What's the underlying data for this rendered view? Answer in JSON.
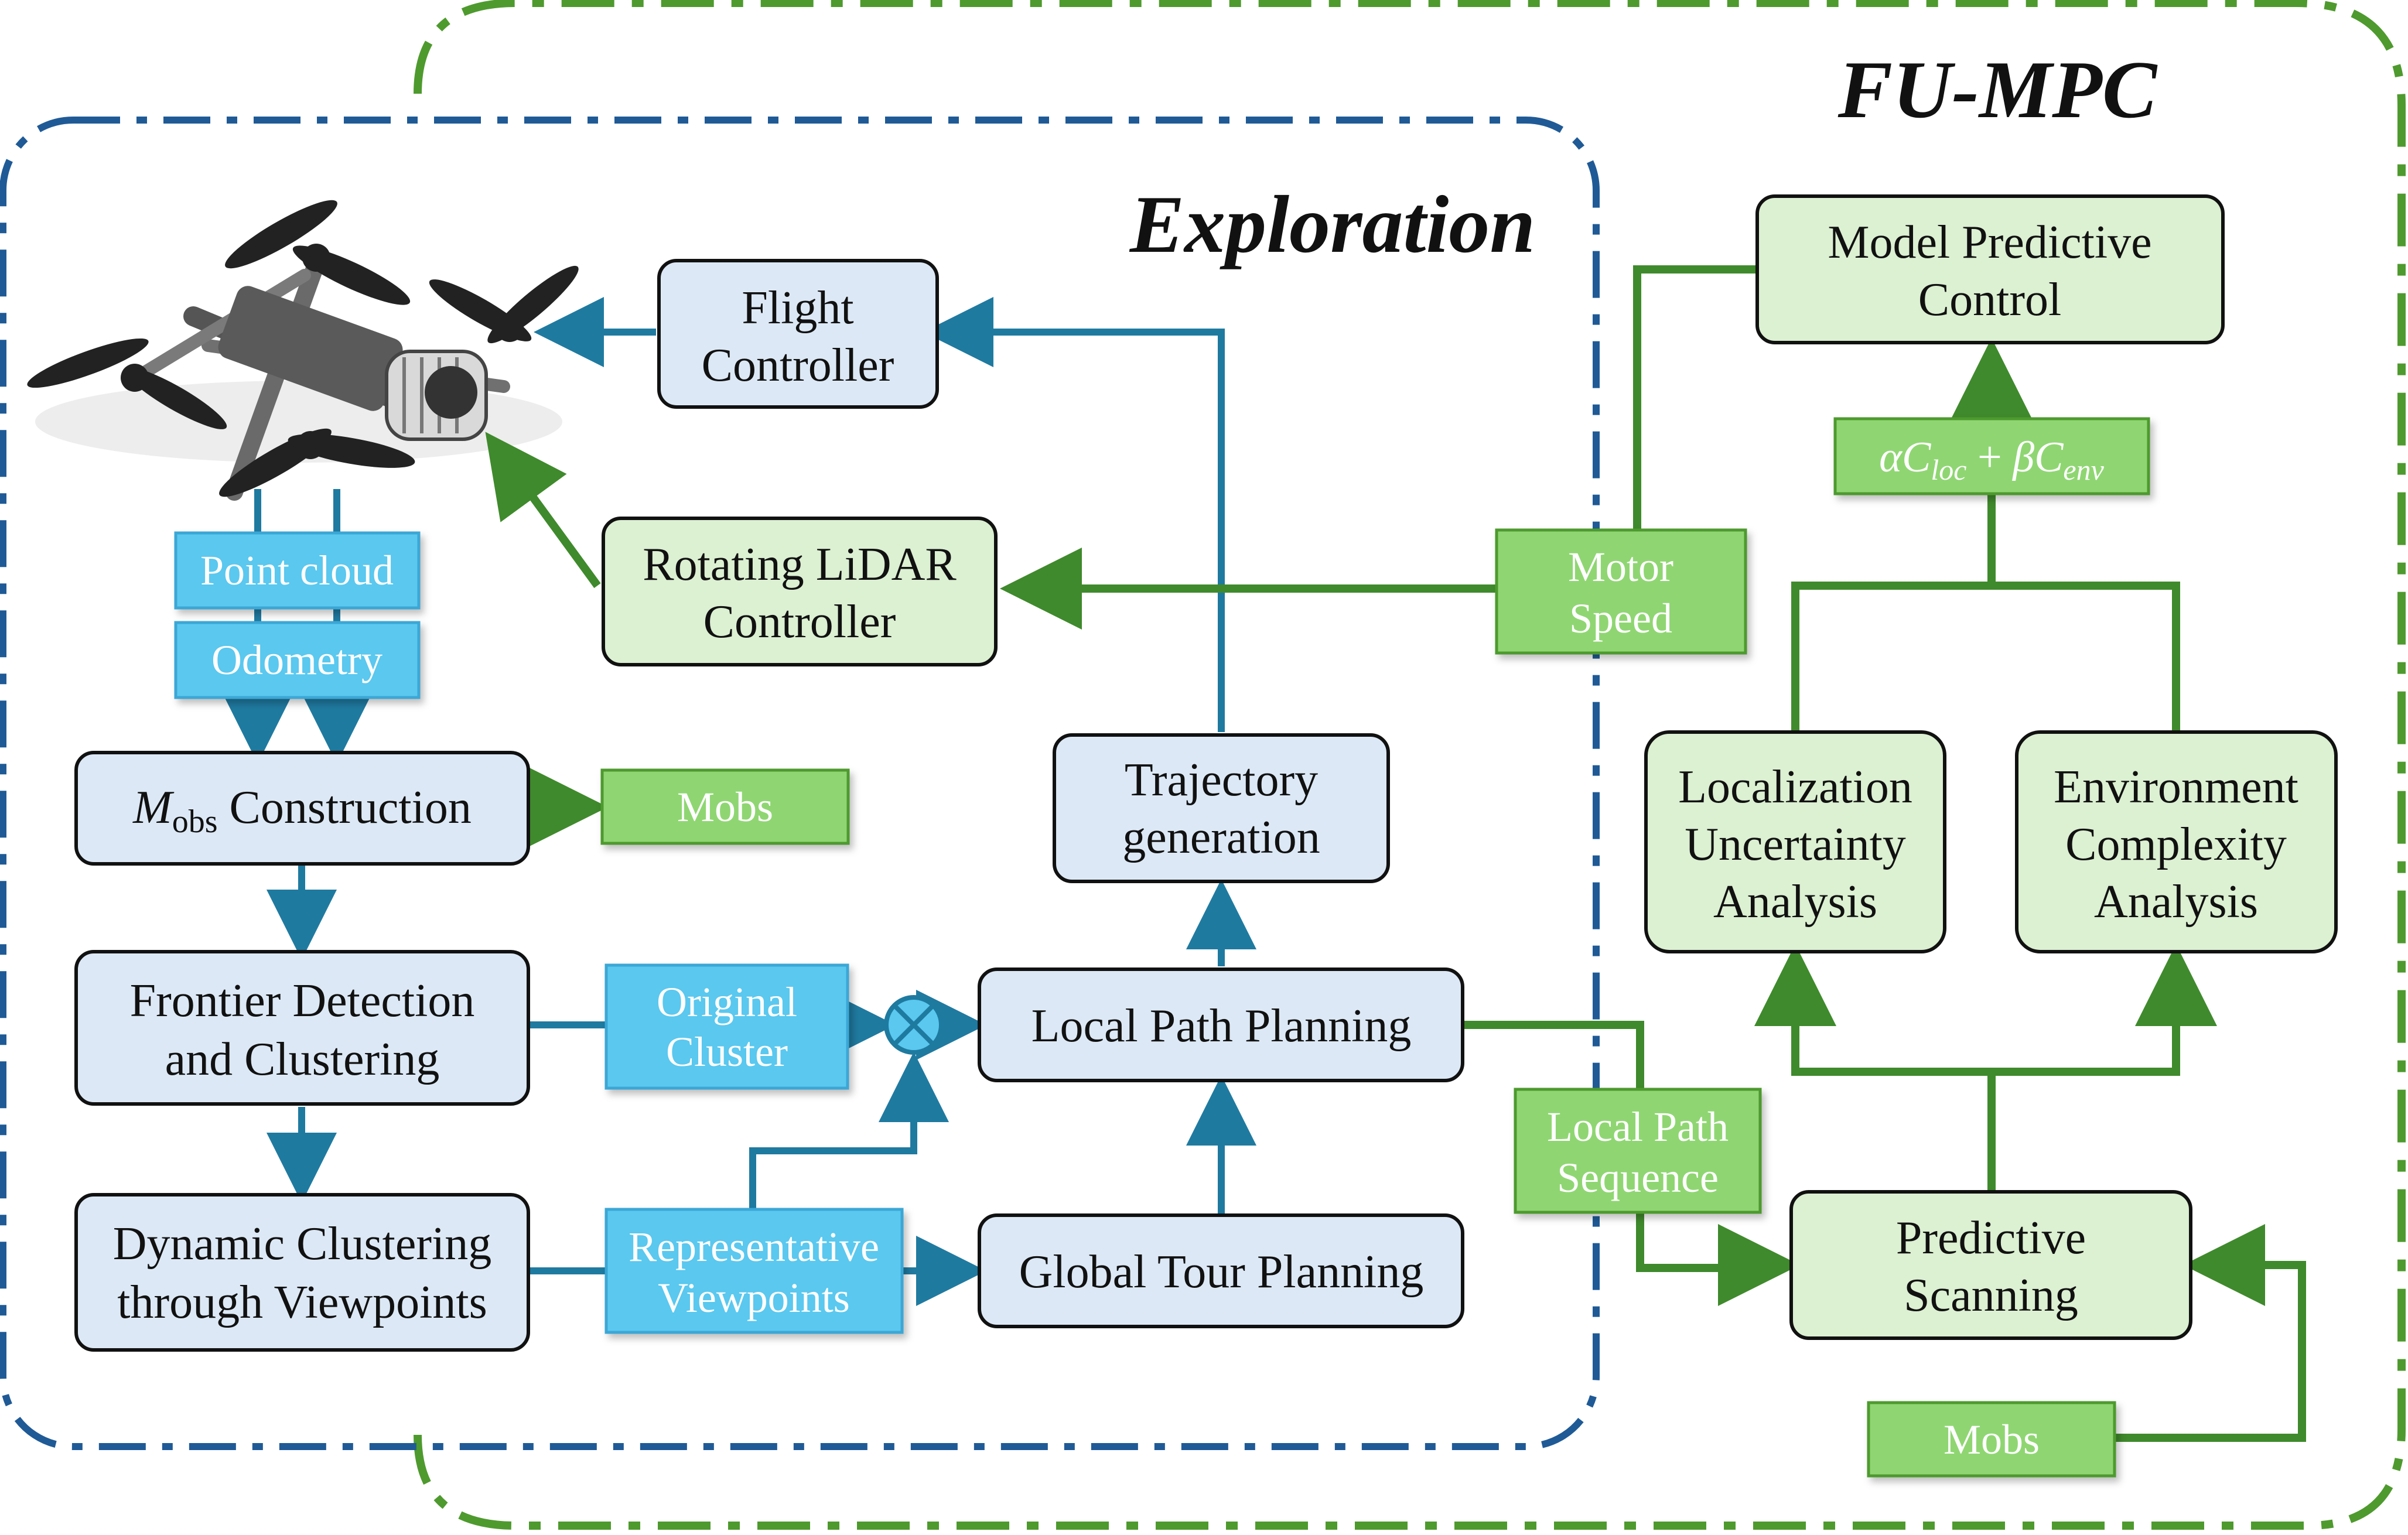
{
  "regions": {
    "exploration_title": "Exploration",
    "fumpc_title": "FU-MPC"
  },
  "nodes": {
    "flight_controller": [
      "Flight",
      "Controller"
    ],
    "rotating_lidar_controller": [
      "Rotating LiDAR",
      "Controller"
    ],
    "mobs_construction": {
      "symbol": "M",
      "subscript": "obs",
      "text": "Construction"
    },
    "frontier_detection": [
      "Frontier Detection",
      "and Clustering"
    ],
    "dynamic_clustering": [
      "Dynamic Clustering",
      "through Viewpoints"
    ],
    "trajectory_generation": [
      "Trajectory",
      "generation"
    ],
    "local_path_planning": [
      "Local Path Planning"
    ],
    "global_tour_planning": [
      "Global Tour Planning"
    ],
    "model_predictive_control": [
      "Model Predictive",
      "Control"
    ],
    "localization_uncertainty": [
      "Localization",
      "Uncertainty",
      "Analysis"
    ],
    "environment_complexity": [
      "Environment",
      "Complexity",
      "Analysis"
    ],
    "predictive_scanning": [
      "Predictive",
      "Scanning"
    ]
  },
  "tags": {
    "point_cloud": [
      "Point cloud"
    ],
    "odometry": [
      "Odometry"
    ],
    "mobs_output": [
      "Mobs"
    ],
    "original_cluster": [
      "Original",
      "Cluster"
    ],
    "representative_viewpoints": [
      "Representative",
      "Viewpoints"
    ],
    "motor_speed": [
      "Motor",
      "Speed"
    ],
    "local_path_sequence": [
      "Local Path",
      "Sequence"
    ],
    "mobs_input": [
      "Mobs"
    ]
  },
  "cost_formula": {
    "alpha": "α",
    "c": "C",
    "loc": "loc",
    "plus": " + ",
    "beta": "β",
    "env": "env"
  },
  "colors": {
    "exploration_border": "#1f5a96",
    "fumpc_border": "#4e9a2e",
    "blue_node_fill": "#dce8f5",
    "green_node_fill": "#dcf0d2",
    "blue_tag_fill": "#5ac8ef",
    "green_tag_fill": "#8fd672",
    "blue_arrow": "#1f7aa0",
    "green_arrow": "#3f8a2c"
  },
  "icons": {
    "drone": "quadrotor-drone-icon",
    "junction": "summing-junction-icon"
  }
}
